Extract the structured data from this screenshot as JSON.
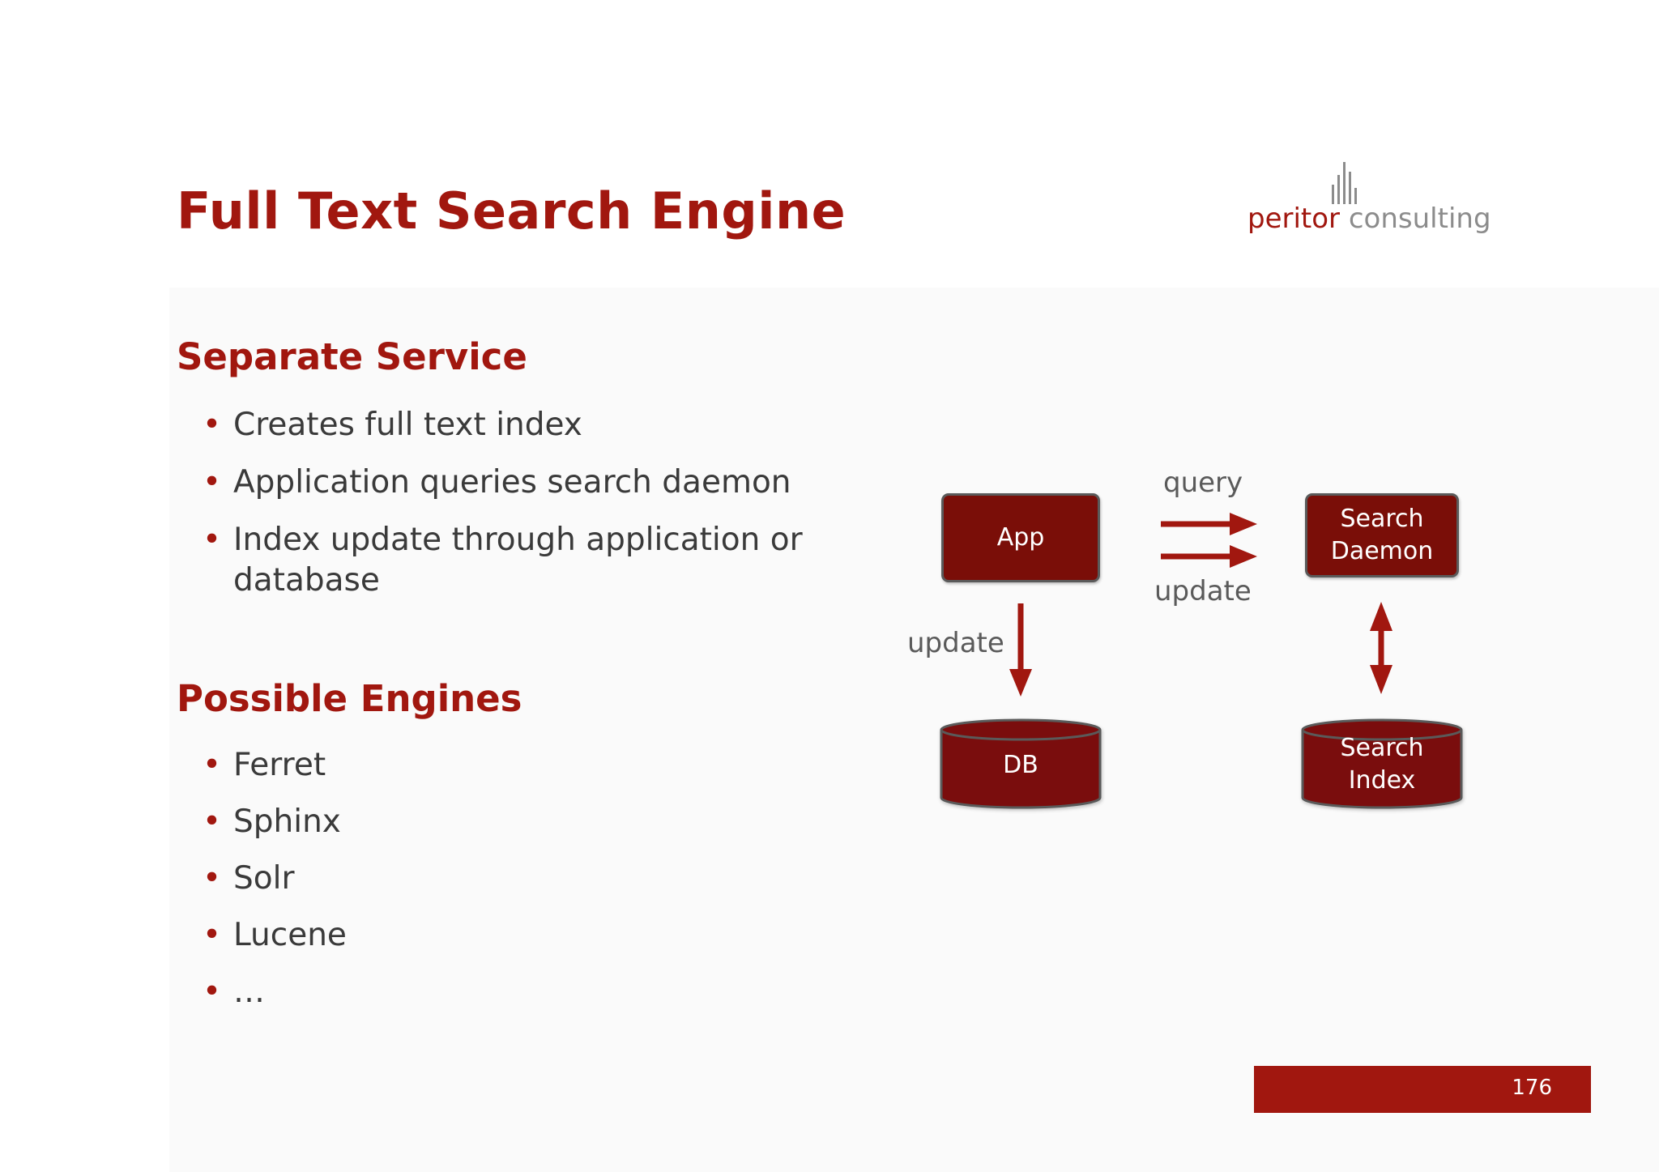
{
  "slide": {
    "title": "Full Text Search Engine",
    "logo": {
      "word1": "peritor",
      "word2": "consulting"
    },
    "sections": [
      {
        "heading": "Separate Service",
        "bullets": [
          "Creates full text index",
          "Application queries search daemon",
          "Index update through application or database"
        ]
      },
      {
        "heading": "Possible Engines",
        "bullets": [
          "Ferret",
          "Sphinx",
          "Solr",
          "Lucene",
          "…"
        ]
      }
    ],
    "bullet_symbol": "•",
    "page_number": "176"
  },
  "diagram": {
    "nodes": {
      "app": "App",
      "search_daemon": "Search Daemon",
      "db": "DB",
      "search_index": "Search Index"
    },
    "edges": {
      "query": "query",
      "update_top": "update",
      "update_left": "update"
    }
  },
  "colors": {
    "accent": "#a1170f",
    "node_fill": "#7a0e08",
    "node_border": "#5a5a5a",
    "text": "#3a3a3a",
    "label": "#5a5a5a"
  }
}
